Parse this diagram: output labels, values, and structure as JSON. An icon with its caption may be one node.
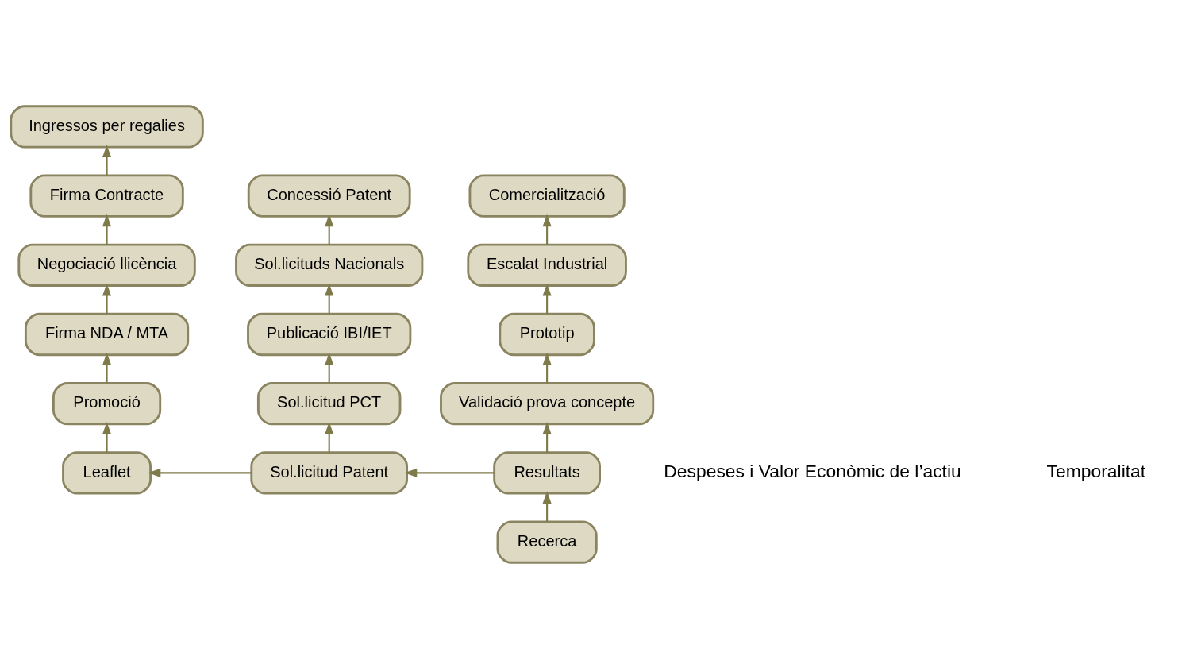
{
  "diagram": {
    "nodes": [
      {
        "text": [
          "Ingressos per regalies"
        ]
      },
      {
        "text": [
          "Firma Contracte"
        ]
      },
      {
        "text": [
          "Negociació llicència"
        ]
      },
      {
        "text": [
          "Firma NDA / MTA"
        ]
      },
      {
        "text": [
          "Promoció"
        ]
      },
      {
        "text": [
          "Leaflet"
        ]
      },
      {
        "text": [
          "Comercialització"
        ]
      },
      {
        "text": [
          "Escalat Industrial"
        ]
      },
      {
        "text": [
          "Prototip"
        ]
      },
      {
        "text": [
          "Validació prova concepte"
        ]
      },
      {
        "text": [
          "Resultats"
        ]
      },
      {
        "text": [
          "Recerca"
        ]
      },
      {
        "text": [
          "Concessió Patent"
        ]
      },
      {
        "text": [
          "Sol.licituds Nacionals"
        ]
      },
      {
        "text": [
          "Publicació IBI/IET"
        ]
      },
      {
        "text": [
          "Sol.licitud PCT"
        ]
      },
      {
        "text": [
          "Sol.licitud Patent"
        ]
      }
    ],
    "edges": [
      {
        "from": 1,
        "to": 0,
        "arrow": "to"
      },
      {
        "from": 2,
        "to": 1,
        "arrow": "to"
      },
      {
        "from": 3,
        "to": 2,
        "arrow": "to"
      },
      {
        "from": 4,
        "to": 3,
        "arrow": "to"
      },
      {
        "from": 5,
        "to": 4,
        "arrow": "to"
      },
      {
        "from": 11,
        "to": 10,
        "arrow": "to"
      },
      {
        "from": 10,
        "to": 9,
        "arrow": "to"
      },
      {
        "from": 9,
        "to": 8,
        "arrow": "to"
      },
      {
        "from": 8,
        "to": 7,
        "arrow": "to"
      },
      {
        "from": 7,
        "to": 6,
        "arrow": "to"
      },
      {
        "from": 10,
        "to": 16,
        "arrow": "to"
      },
      {
        "from": 16,
        "to": 5,
        "arrow": "to"
      },
      {
        "from": 16,
        "to": 15,
        "arrow": "to"
      },
      {
        "from": 15,
        "to": 14,
        "arrow": "to"
      },
      {
        "from": 14,
        "to": 13,
        "arrow": "to"
      },
      {
        "from": 13,
        "to": 12,
        "arrow": "to"
      }
    ],
    "labels": [
      "Despeses i Valor Econòmic de l’actiu",
      "Temporalitat"
    ]
  }
}
